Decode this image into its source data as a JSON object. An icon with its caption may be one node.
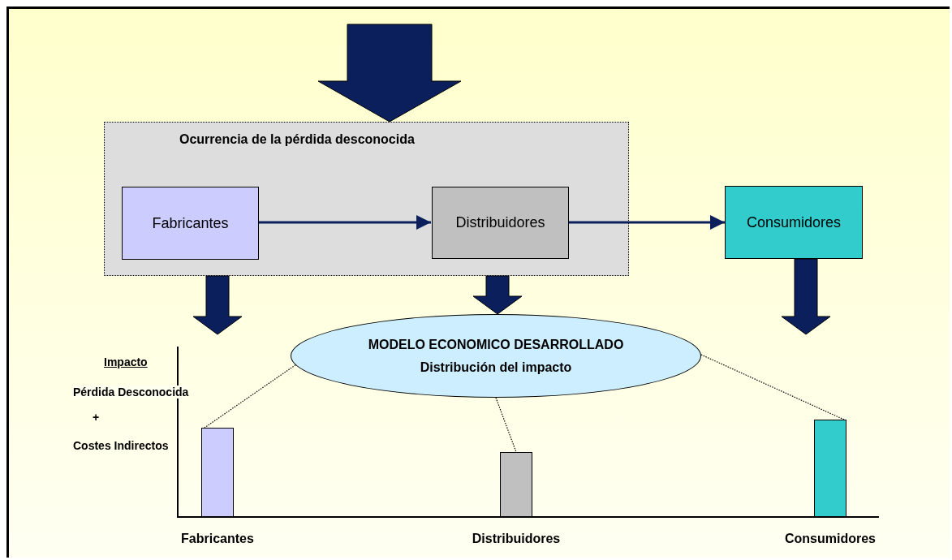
{
  "diagram": {
    "nodes": [
      {
        "text": [
          "Ocurrencia de la pérdida desconocida"
        ]
      },
      {
        "text": [
          "Fabricantes"
        ],
        "in": 0
      },
      {
        "text": [
          "Distribuidores"
        ],
        "in": 0
      },
      {
        "text": [
          "Consumidores"
        ]
      },
      {
        "text": [
          "MODELO ECONOMICO DESARROLLADO",
          "Distribución del impacto"
        ]
      },
      {
        "text": [],
        "shape": "bar",
        "beside": [
          "Fabricantes"
        ]
      },
      {
        "text": [],
        "shape": "bar",
        "beside": [
          "Distribuidores"
        ]
      },
      {
        "text": [],
        "shape": "bar",
        "beside": [
          "Consumidores"
        ]
      }
    ],
    "edges": [
      {
        "from": null,
        "to": 0,
        "arrow": "to",
        "style": "thick"
      },
      {
        "from": 1,
        "to": 2,
        "arrow": "to",
        "style": "thick",
        "color": "#0a1f5c"
      },
      {
        "from": 2,
        "to": 3,
        "arrow": "to",
        "style": "thick",
        "color": "#0a1f5c"
      },
      {
        "from": 0,
        "to": null,
        "arrow": "to",
        "style": "thick"
      },
      {
        "from": 0,
        "to": 4,
        "arrow": "to",
        "style": "thick"
      },
      {
        "from": 3,
        "to": null,
        "arrow": "to",
        "style": "thick"
      },
      {
        "from": 4,
        "to": 5,
        "arrow": "none",
        "style": "dashed"
      },
      {
        "from": 4,
        "to": 6,
        "arrow": "none",
        "style": "dashed"
      },
      {
        "from": 4,
        "to": 7,
        "arrow": "none",
        "style": "dashed"
      }
    ],
    "labels": [
      "Impacto",
      "Pérdida Desconocida",
      "+",
      "Costes Indirectos"
    ]
  }
}
